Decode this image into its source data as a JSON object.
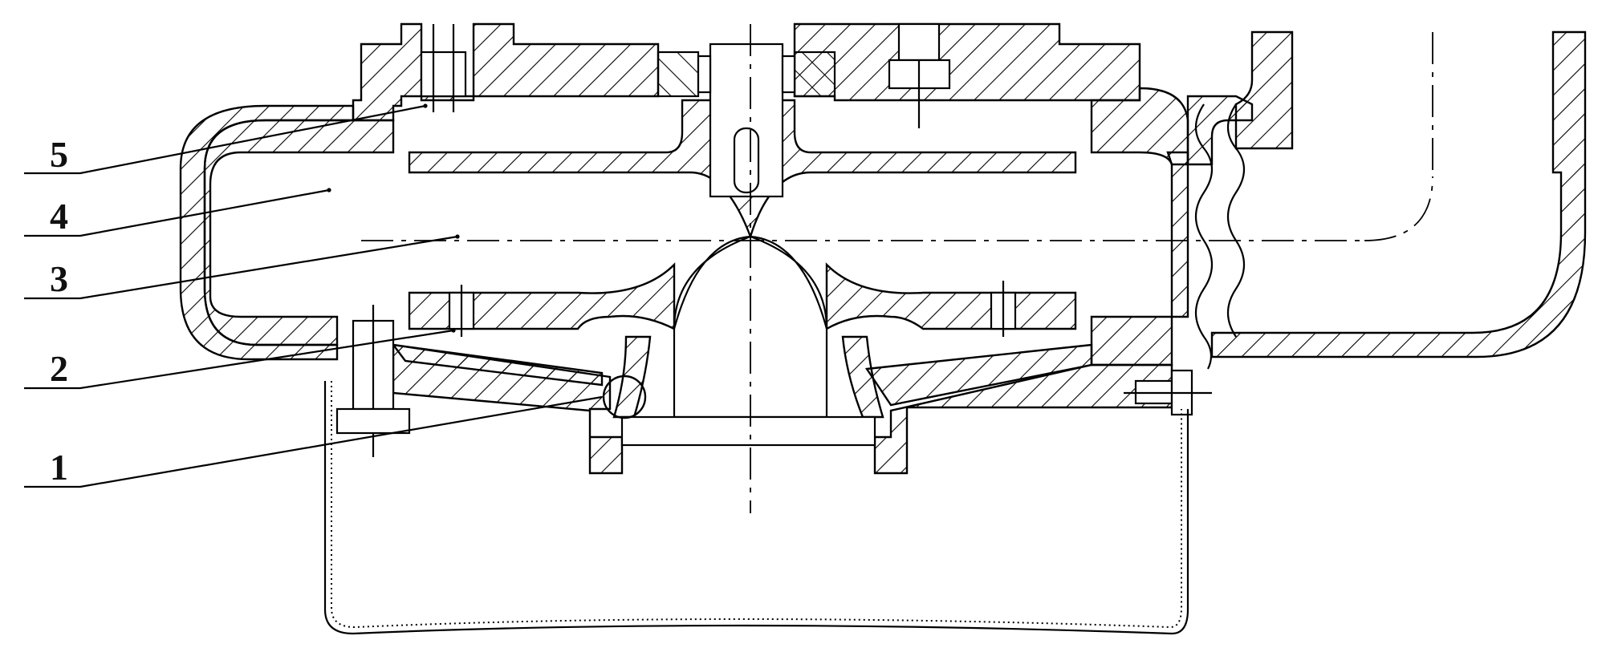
{
  "figure": {
    "callouts": [
      {
        "id": "5",
        "label": "5"
      },
      {
        "id": "4",
        "label": "4"
      },
      {
        "id": "3",
        "label": "3"
      },
      {
        "id": "2",
        "label": "2"
      },
      {
        "id": "1",
        "label": "1"
      }
    ]
  },
  "style": {
    "line": "#000000",
    "background": "#ffffff"
  }
}
